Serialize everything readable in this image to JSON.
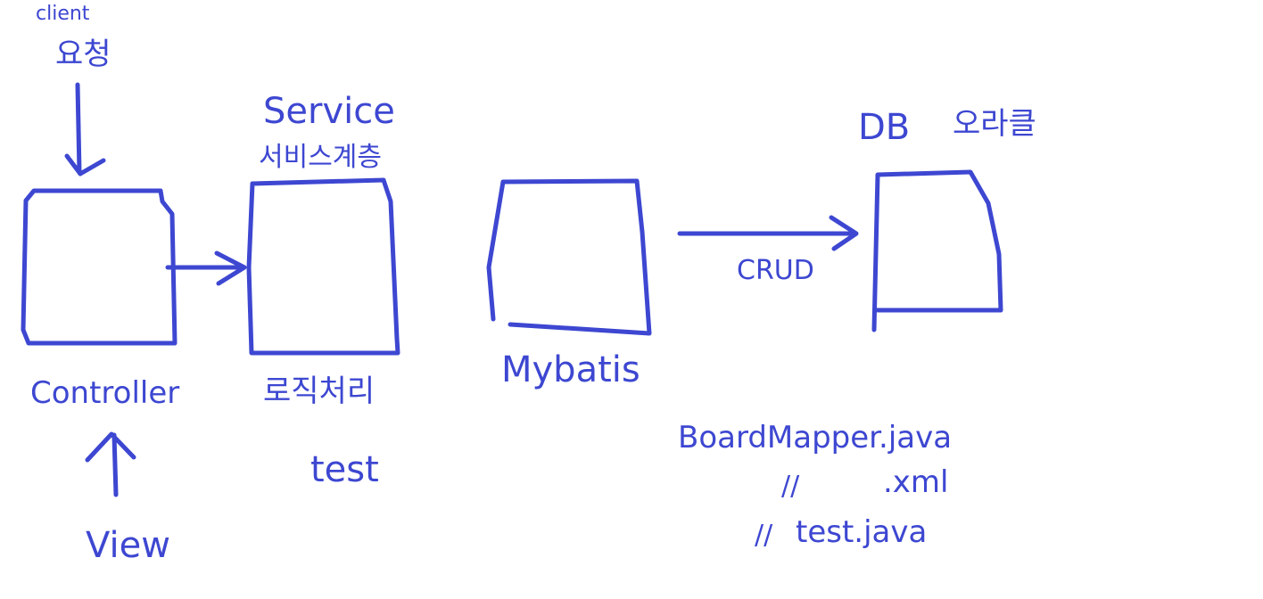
{
  "colors": {
    "ink": "#3d47d1",
    "background": "#ffffff"
  },
  "client_request": {
    "line1": "client",
    "line2": "요청"
  },
  "service": {
    "title": "Service",
    "subtitle": "서비스계층"
  },
  "controller": {
    "label": "Controller"
  },
  "logic": {
    "label": "로직처리",
    "test": "test"
  },
  "view": {
    "label": "View"
  },
  "mybatis": {
    "label": "Mybatis"
  },
  "crud": {
    "label": "CRUD"
  },
  "db": {
    "label": "DB",
    "vendor": "오라클"
  },
  "mapper_files": {
    "line1": "BoardMapper.java",
    "line2_ditto": "//",
    "line2_ext": ".xml",
    "line3_ditto": "//",
    "line3": "test.java"
  }
}
